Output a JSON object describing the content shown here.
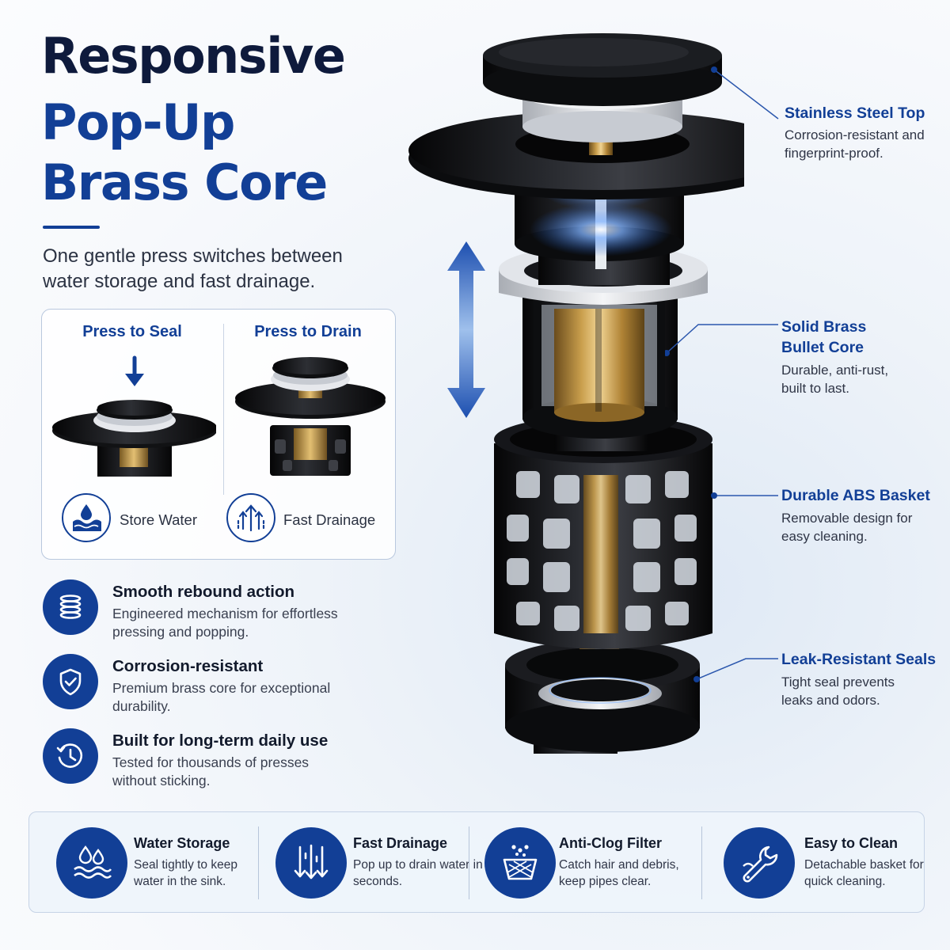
{
  "headline": {
    "line1": "Responsive",
    "line2": "Pop-Up",
    "line3": "Brass Core"
  },
  "intro": "One gentle press switches between water storage and fast drainage.",
  "press_panel": {
    "left_title": "Press to Seal",
    "right_title": "Press to Drain",
    "left_label": "Store Water",
    "right_label": "Fast Drainage"
  },
  "features": [
    {
      "title": "Smooth rebound action",
      "desc": "Engineered mechanism for effortless pressing and popping.",
      "icon": "spring-icon"
    },
    {
      "title": "Corrosion-resistant",
      "desc": "Premium brass core for exceptional durability.",
      "icon": "shield-icon"
    },
    {
      "title": "Built for long-term daily use",
      "desc": "Tested for thousands of presses without sticking.",
      "icon": "clock-history-icon"
    }
  ],
  "callouts": [
    {
      "title": "Stainless Steel Top",
      "desc": "Corrosion-resistant and fingerprint-proof."
    },
    {
      "title": "Solid Brass Bullet Core",
      "desc": "Durable, anti-rust, built to last."
    },
    {
      "title": "Durable ABS Basket",
      "desc": "Removable design for easy cleaning."
    },
    {
      "title": "Leak-Resistant Seals",
      "desc": "Tight seal prevents leaks and odors."
    }
  ],
  "strip": [
    {
      "title": "Water Storage",
      "desc": "Seal tightly to keep water in the sink.",
      "icon": "water-drops-icon"
    },
    {
      "title": "Fast Drainage",
      "desc": "Pop up to drain water in seconds.",
      "icon": "drain-arrows-icon"
    },
    {
      "title": "Anti-Clog Filter",
      "desc": "Catch hair and debris, keep pipes clear.",
      "icon": "filter-basket-icon"
    },
    {
      "title": "Easy to Clean",
      "desc": "Detachable basket for quick cleaning.",
      "icon": "wrench-icon"
    }
  ],
  "colors": {
    "brand_navy": "#123f96",
    "title_dark": "#0e1a3c",
    "product_black": "#141518",
    "brass": "#c59a45"
  }
}
